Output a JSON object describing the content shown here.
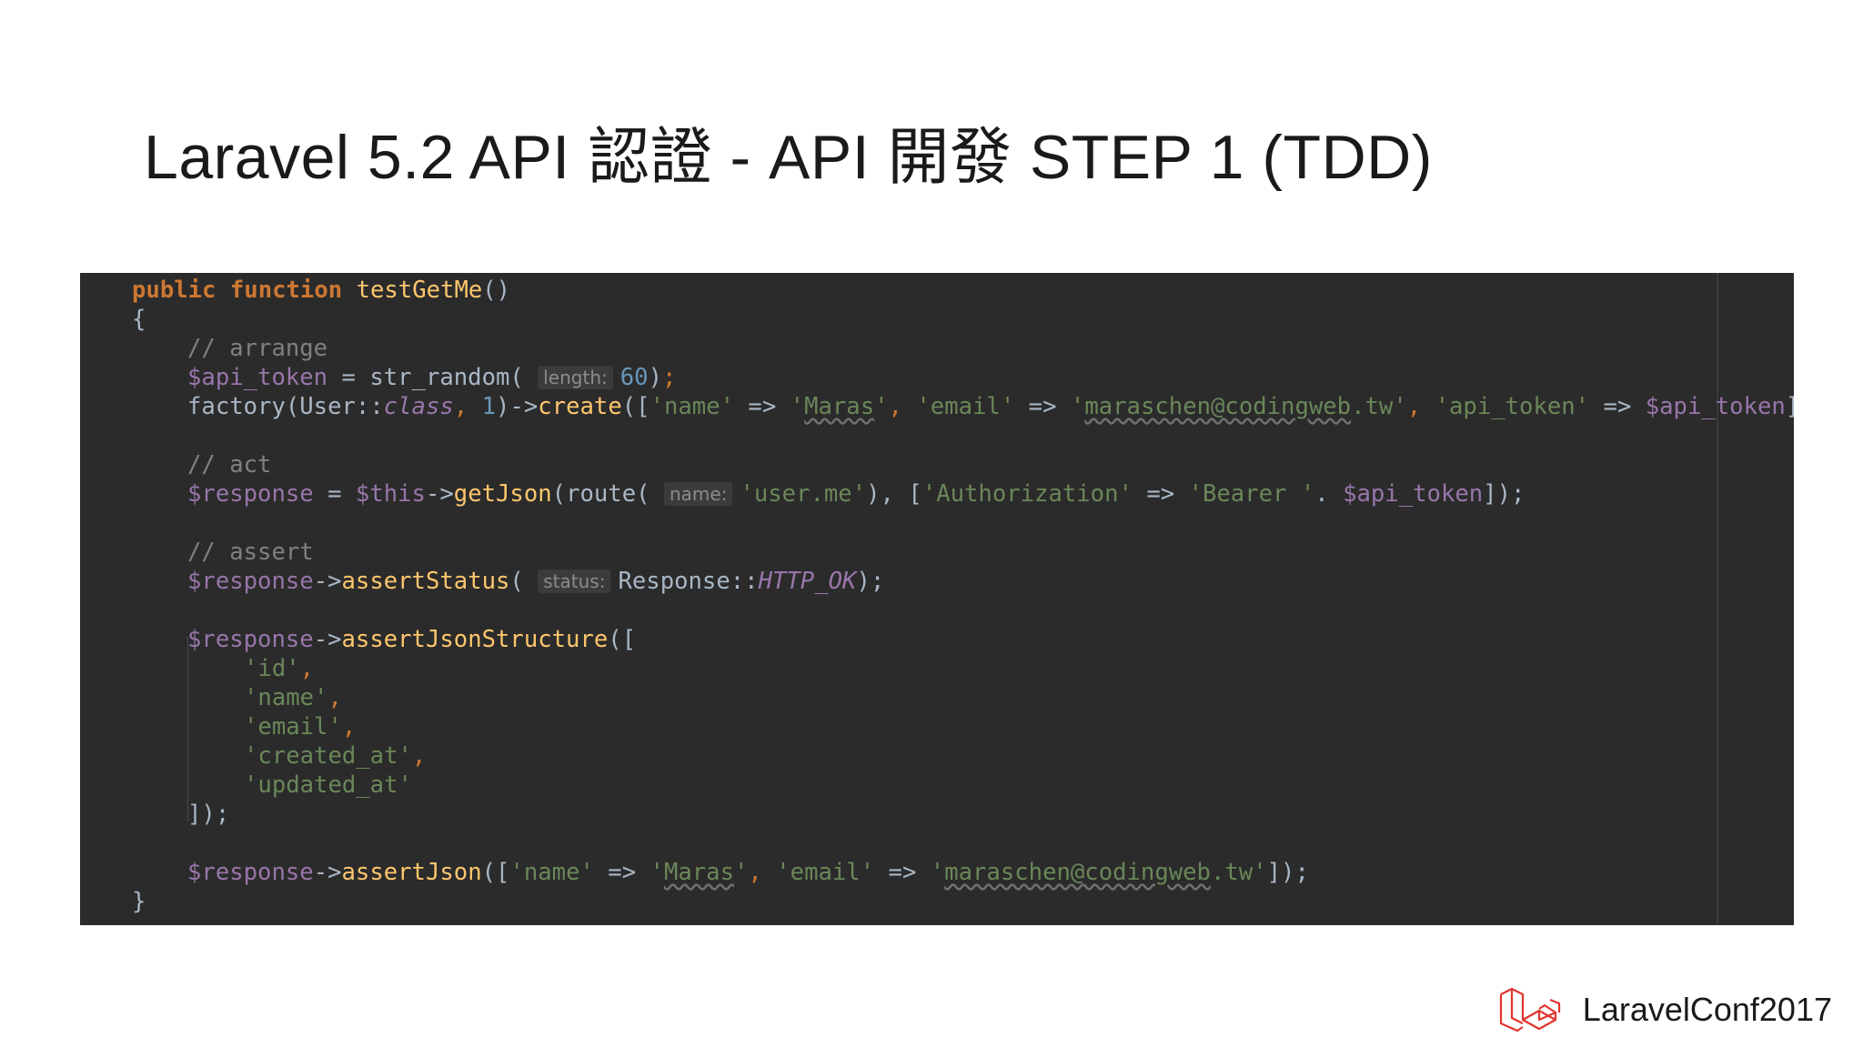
{
  "slide": {
    "title": "Laravel 5.2 API 認證 - API 開發 STEP 1 (TDD)"
  },
  "footer": {
    "brand": "LaravelConf2017",
    "logo_icon": "laravel-logo-icon",
    "accent_color": "#e3342f"
  },
  "code": {
    "l1_kw1": "public",
    "l1_kw2": "function",
    "l1_fn": "testGetMe",
    "l1_paren": "()",
    "l2": "{",
    "l3_comment": "// arrange",
    "l4_var": "$api_token",
    "l4_eq": " = str_random(",
    "l4_hint": "length:",
    "l4_num": "60",
    "l4_close": ")",
    "l4_semi": ";",
    "l5_a": "factory(User::",
    "l5_class": "class",
    "l5_comma": ",",
    "l5_num": "1",
    "l5_b": ")->",
    "l5_fn": "create",
    "l5_c": "([",
    "l5_s1": "'name'",
    "l5_arrow1": " => ",
    "l5_s2a": "'",
    "l5_s2w": "Maras",
    "l5_s2b": "'",
    "l5_s3": "'email'",
    "l5_arrow2": " => ",
    "l5_s4a": "'",
    "l5_s4w": "maraschen@codingweb",
    "l5_s4b": ".tw'",
    "l5_s5": "'api_token'",
    "l5_arrow3": " => ",
    "l5_var": "$api_token",
    "l5_end": "]);",
    "l7_comment": "// act",
    "l8_var1": "$response",
    "l8_eq": " = ",
    "l8_var2": "$this",
    "l8_arrow": "->",
    "l8_fn": "getJson",
    "l8_a": "(route(",
    "l8_hint": "name:",
    "l8_s1": "'user.me'",
    "l8_b": "),",
    "l8_c": " [",
    "l8_s2": "'Authorization'",
    "l8_arrow2": " => ",
    "l8_s3": "'Bearer '",
    "l8_dot": ". ",
    "l8_var3": "$api_token",
    "l8_end": "]);",
    "l10_comment": "// assert",
    "l11_var": "$response",
    "l11_arrow": "->",
    "l11_fn": "assertStatus",
    "l11_a": "(",
    "l11_hint": "status:",
    "l11_b": "Response::",
    "l11_const": "HTTP_OK",
    "l11_end": ");",
    "l13_var": "$response",
    "l13_arrow": "->",
    "l13_fn": "assertJsonStructure",
    "l13_a": "([",
    "l14": "'id'",
    "l15": "'name'",
    "l16": "'email'",
    "l17": "'created_at'",
    "l18": "'updated_at'",
    "l19": "]);",
    "l21_var": "$response",
    "l21_arrow": "->",
    "l21_fn": "assertJson",
    "l21_a": "([",
    "l21_s1": "'name'",
    "l21_arrow2": " => ",
    "l21_s2a": "'",
    "l21_s2w": "Maras",
    "l21_s2b": "'",
    "l21_s3": "'email'",
    "l21_arrow3": " => ",
    "l21_s4a": "'",
    "l21_s4w": "maraschen@codingweb",
    "l21_s4b": ".tw'",
    "l21_end": "]);",
    "l22": "}"
  }
}
